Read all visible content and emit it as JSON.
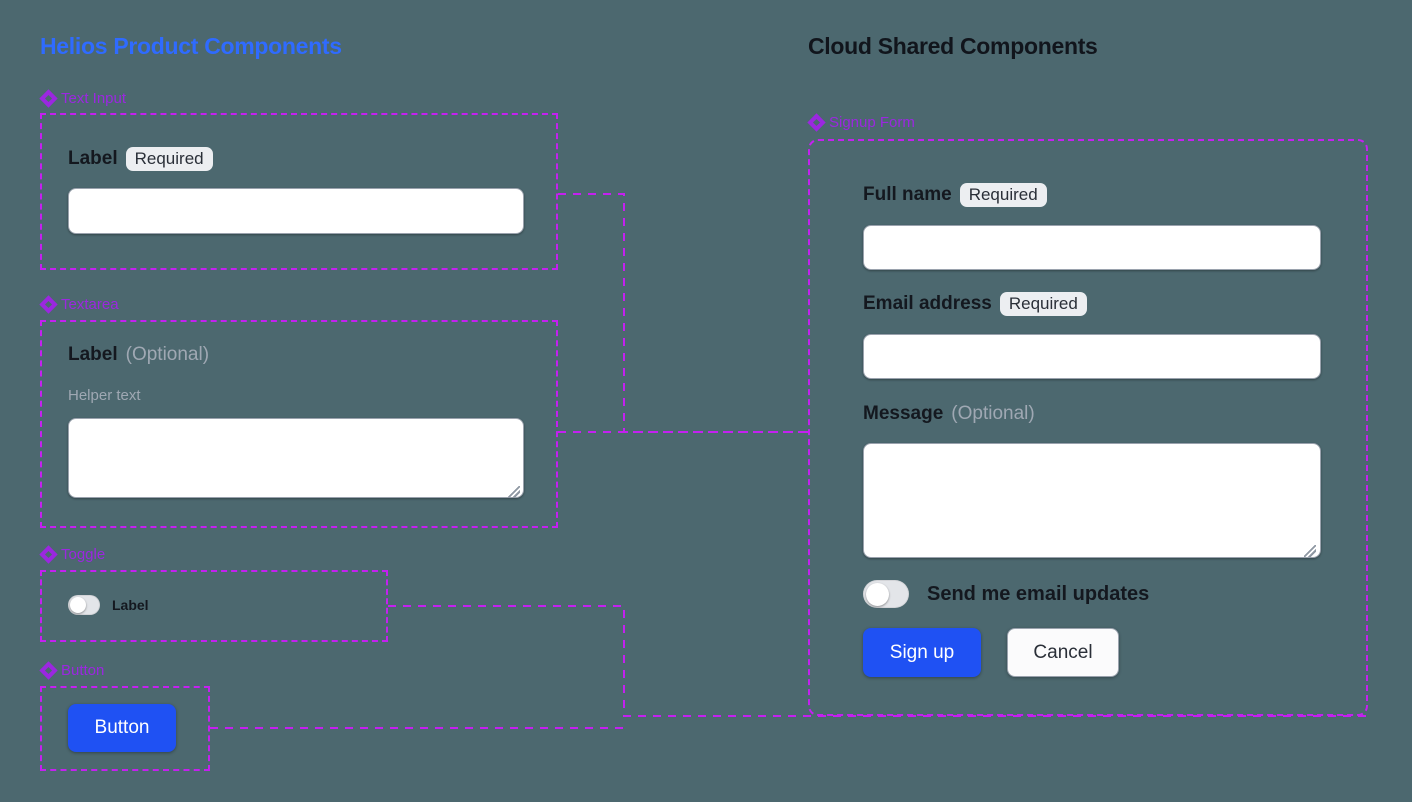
{
  "theme": {
    "background": "#4c686f",
    "title_left_color": "#2f6bff",
    "title_right_color": "#11151c",
    "annotation_color": "#9b27e0",
    "frame_border_color": "#c420f0",
    "connector_color": "#c420f0",
    "primary_button_color": "#1f51f3",
    "badge_background": "#eceef1",
    "muted_text_color": "#9fa8b3",
    "input_background": "#ffffff",
    "toggle_track_off": "#e3e5e9"
  },
  "columns": {
    "left": {
      "title": "Helios Product Components"
    },
    "right": {
      "title": "Cloud Shared Components"
    }
  },
  "left_components": [
    {
      "annotation": "Text Input",
      "icon": "diamond-icon",
      "label": "Label",
      "badge": "Required",
      "input_value": "",
      "input_placeholder": ""
    },
    {
      "annotation": "Textarea",
      "icon": "diamond-icon",
      "label": "Label",
      "optional": "(Optional)",
      "helper": "Helper text",
      "textarea_value": "",
      "textarea_placeholder": ""
    },
    {
      "annotation": "Toggle",
      "icon": "diamond-icon",
      "label": "Label",
      "checked": false
    },
    {
      "annotation": "Button",
      "icon": "diamond-icon",
      "label": "Button"
    }
  ],
  "signup_form": {
    "annotation": "Signup Form",
    "icon": "diamond-icon",
    "fields": [
      {
        "label": "Full name",
        "badge": "Required",
        "value": "",
        "placeholder": ""
      },
      {
        "label": "Email address",
        "badge": "Required",
        "value": "",
        "placeholder": ""
      },
      {
        "label": "Message",
        "optional": "(Optional)",
        "value": "",
        "placeholder": ""
      }
    ],
    "toggle": {
      "label": "Send me email updates",
      "checked": false
    },
    "submit_label": "Sign up",
    "cancel_label": "Cancel"
  }
}
